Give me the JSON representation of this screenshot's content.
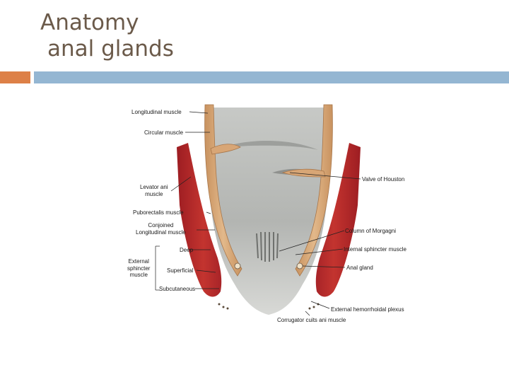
{
  "slide": {
    "title_line1": "Anatomy",
    "title_line2": "anal glands"
  },
  "diagram": {
    "labels": {
      "longitudinal_muscle": "Longitudinal muscle",
      "circular_muscle": "Circular muscle",
      "levator_ani": "Levator ani\nmuscle",
      "puborectalis": "Puborectalis muscle",
      "conjoined_longitudinal": "Conjoined\nLongitudinal muscle",
      "deep": "Deep",
      "external_sphincter": "External\nsphincter\nmuscle",
      "superficial": "Superficial",
      "subcutaneous": "Subcutaneous",
      "valve_of_houston": "Valve of Houston",
      "column_of_morgagni": "Column of Morgagni",
      "internal_sphincter": "Internal sphincter muscle",
      "anal_gland": "Anal gland",
      "external_hemorrhoidal": "External hemorrhoidal plexus",
      "corrugator": "Corrugator cuits ani muscle"
    }
  },
  "colors": {
    "title": "#6b5a4a",
    "accent": "#dd8047",
    "rule": "#94b6d2",
    "muscle_red": "#b8262a",
    "muscle_tan": "#d9a877",
    "mucosa_gray": "#b7b9b6"
  }
}
